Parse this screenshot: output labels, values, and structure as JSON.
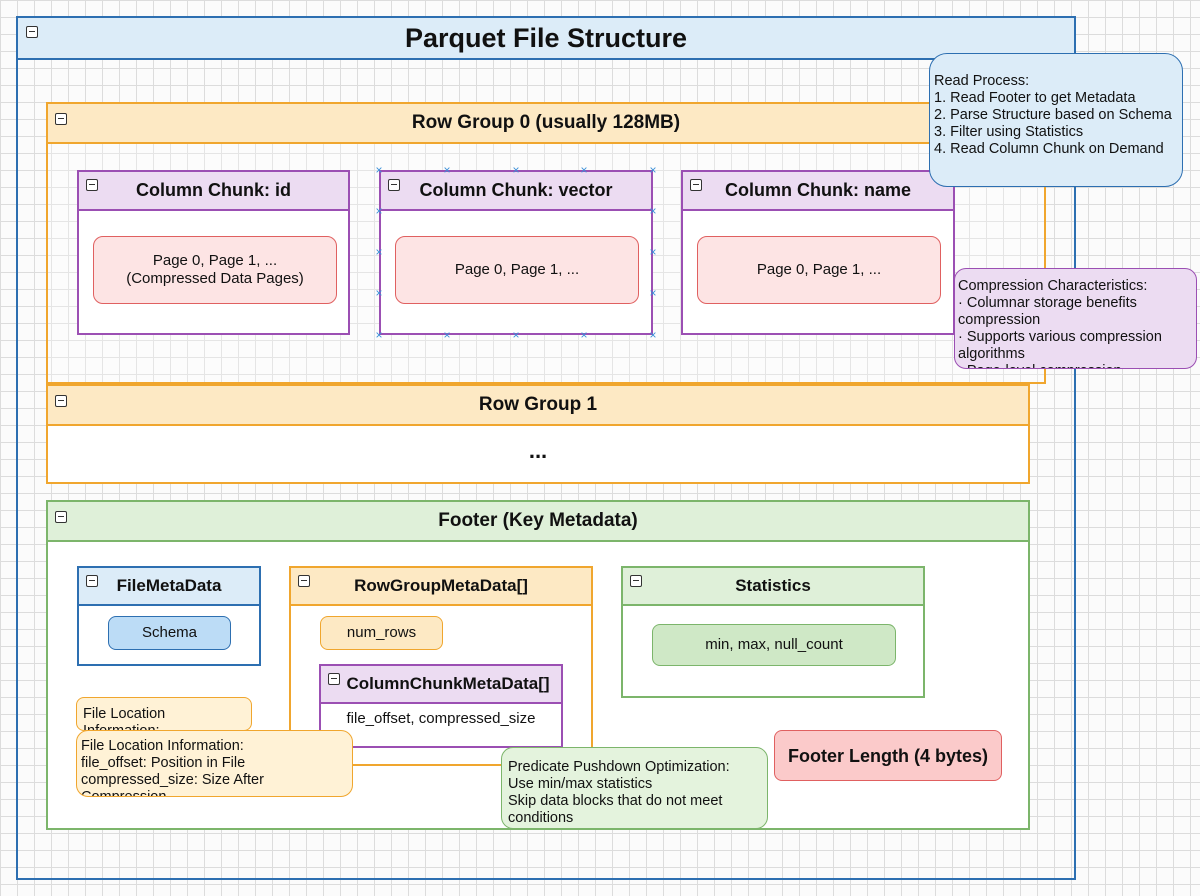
{
  "title": "Parquet File Structure",
  "row_group_0": {
    "title": "Row Group 0 (usually 128MB)",
    "chunks": [
      {
        "title": "Column Chunk: id",
        "pages": "Page 0, Page 1, ...\n(Compressed Data Pages)"
      },
      {
        "title": "Column Chunk: vector",
        "pages": "Page 0, Page 1, ..."
      },
      {
        "title": "Column Chunk: name",
        "pages": "Page 0, Page 1, ..."
      }
    ]
  },
  "row_group_1": {
    "title": "Row Group 1",
    "body": "..."
  },
  "footer": {
    "title": "Footer (Key Metadata)",
    "file_meta": {
      "title": "FileMetaData",
      "schema": "Schema"
    },
    "row_group_meta": {
      "title": "RowGroupMetaData[]",
      "num_rows": "num_rows",
      "column_chunk_meta": {
        "title": "ColumnChunkMetaData[]",
        "body": "file_offset, compressed_size"
      }
    },
    "statistics": {
      "title": "Statistics",
      "body": "min, max, null_count"
    },
    "location_small": "File Location Information:",
    "location_full": "File Location Information:\nfile_offset: Position in File\ncompressed_size: Size After Compression",
    "predicate": "Predicate Pushdown Optimization:\nUse min/max statistics\nSkip data blocks that do not meet\nconditions",
    "footer_length": "Footer Length (4 bytes)"
  },
  "read_process": "Read Process:\n1. Read Footer to get Metadata\n2. Parse Structure based on Schema\n3. Filter using Statistics\n4. Read Column Chunk on Demand",
  "compression": "Compression Characteristics:\n· Columnar storage benefits compression\n· Supports various compression\nalgorithms\n· Page-level compression",
  "colors": {
    "outer": "#2d6fb1",
    "row_group": "#f0a62e",
    "column_chunk": "#9b4fb3",
    "footer": "#7cb56b",
    "page_fill": "#fde4e4",
    "page_border": "#e06060"
  }
}
